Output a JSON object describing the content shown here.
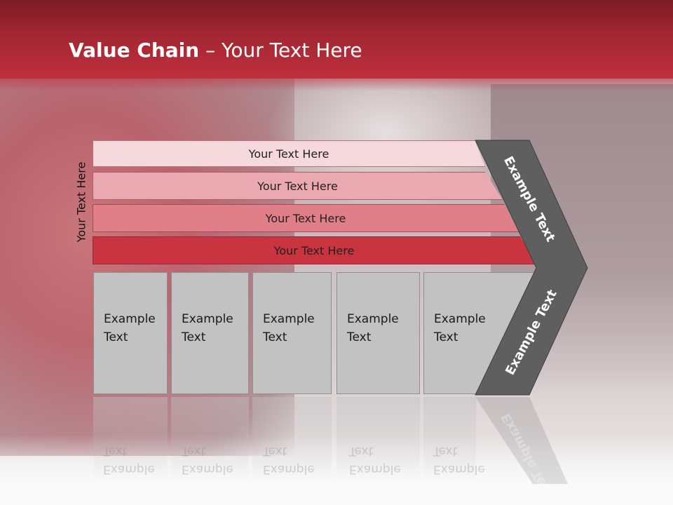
{
  "title": {
    "bold": "Value Chain",
    "rest": " – Your Text Here"
  },
  "side_label": "Your Text Here",
  "bars": [
    {
      "label": "Your Text Here",
      "color": "#f6d9dc"
    },
    {
      "label": "Your Text Here",
      "color": "#eaa9b0"
    },
    {
      "label": "Your Text Here",
      "color": "#e07f88"
    },
    {
      "label": "Your Text Here",
      "color": "#c93440"
    }
  ],
  "boxes": [
    {
      "line1": "Example",
      "line2": "Text"
    },
    {
      "line1": "Example",
      "line2": "Text"
    },
    {
      "line1": "Example",
      "line2": "Text"
    },
    {
      "line1": "Example",
      "line2": "Text"
    },
    {
      "line1": "Example",
      "line2": "Text"
    }
  ],
  "chevron": {
    "top_label": "Example Text",
    "bottom_label": "Example Text",
    "color": "#5f5f5f"
  },
  "colors": {
    "header": "#a32733",
    "box": "#c2c2c2"
  }
}
